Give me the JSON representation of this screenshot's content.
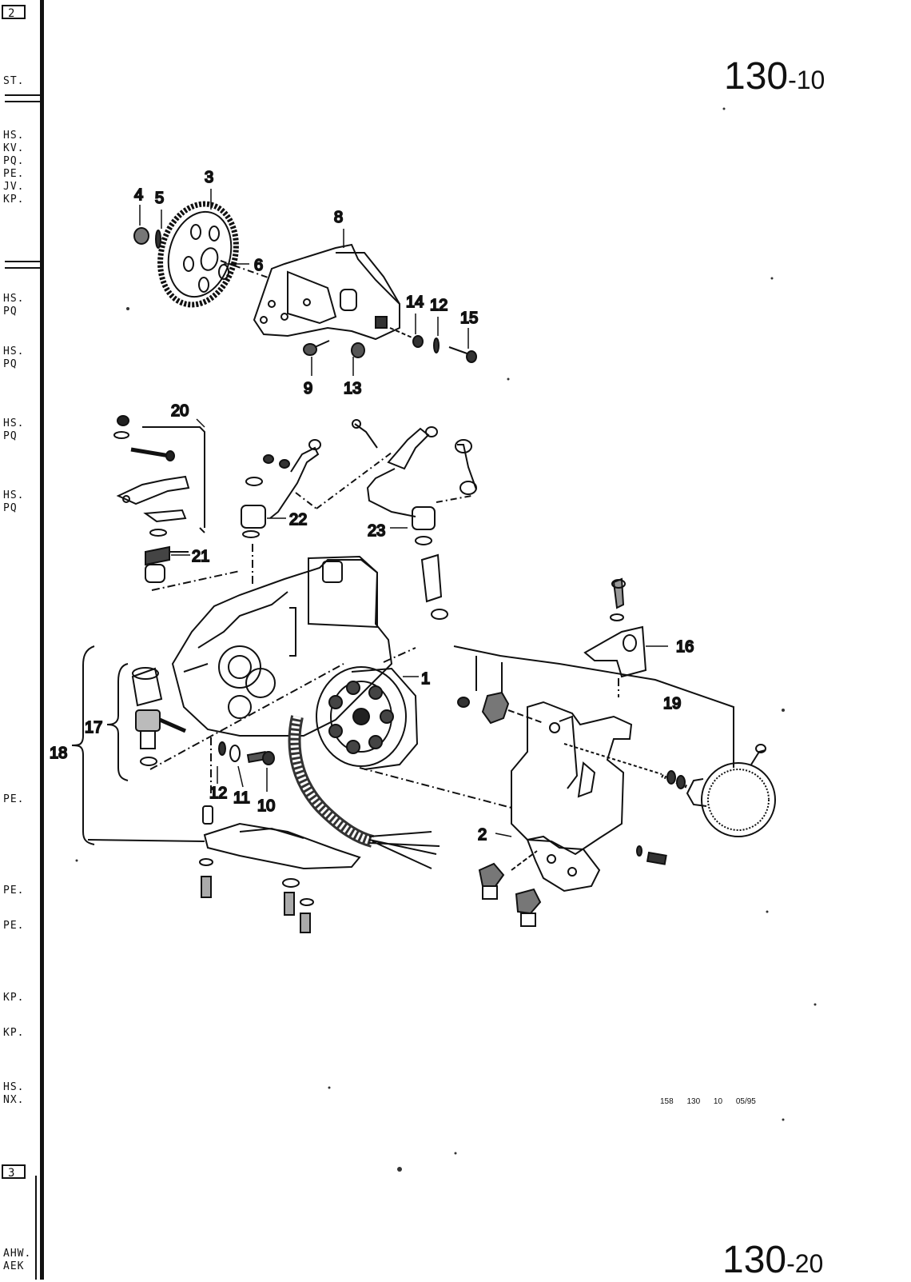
{
  "page": {
    "number_main": "130",
    "number_sub": "-10",
    "next_number_main": "130",
    "next_number_sub": "-20",
    "footer_code": "158 130 10 05/95"
  },
  "margin": {
    "box_top": "2",
    "box_bottom": "3",
    "tags": [
      "ST.",
      "HS.\nKV.\nPQ.\nPE.\nJV.\nKP.",
      "HS.\nPQ",
      "HS.\nPQ",
      "HS.\nPQ",
      "HS.\nPQ",
      "PE.",
      "PE.",
      "PE.",
      "KP.",
      "KP.",
      "HS.\nNX.",
      "AHW.\nAEK"
    ]
  },
  "callouts": [
    "1",
    "2",
    "3",
    "4",
    "5",
    "6",
    "8",
    "9",
    "10",
    "11",
    "12",
    "12",
    "13",
    "14",
    "15",
    "16",
    "17",
    "18",
    "19",
    "20",
    "21",
    "22",
    "23"
  ],
  "icons": [
    "timing-gear-icon",
    "pump-bracket-icon",
    "injection-pump-icon",
    "wiring-harness-icon",
    "vacuum-unit-icon",
    "bolt-icon",
    "nut-icon",
    "washer-icon"
  ]
}
